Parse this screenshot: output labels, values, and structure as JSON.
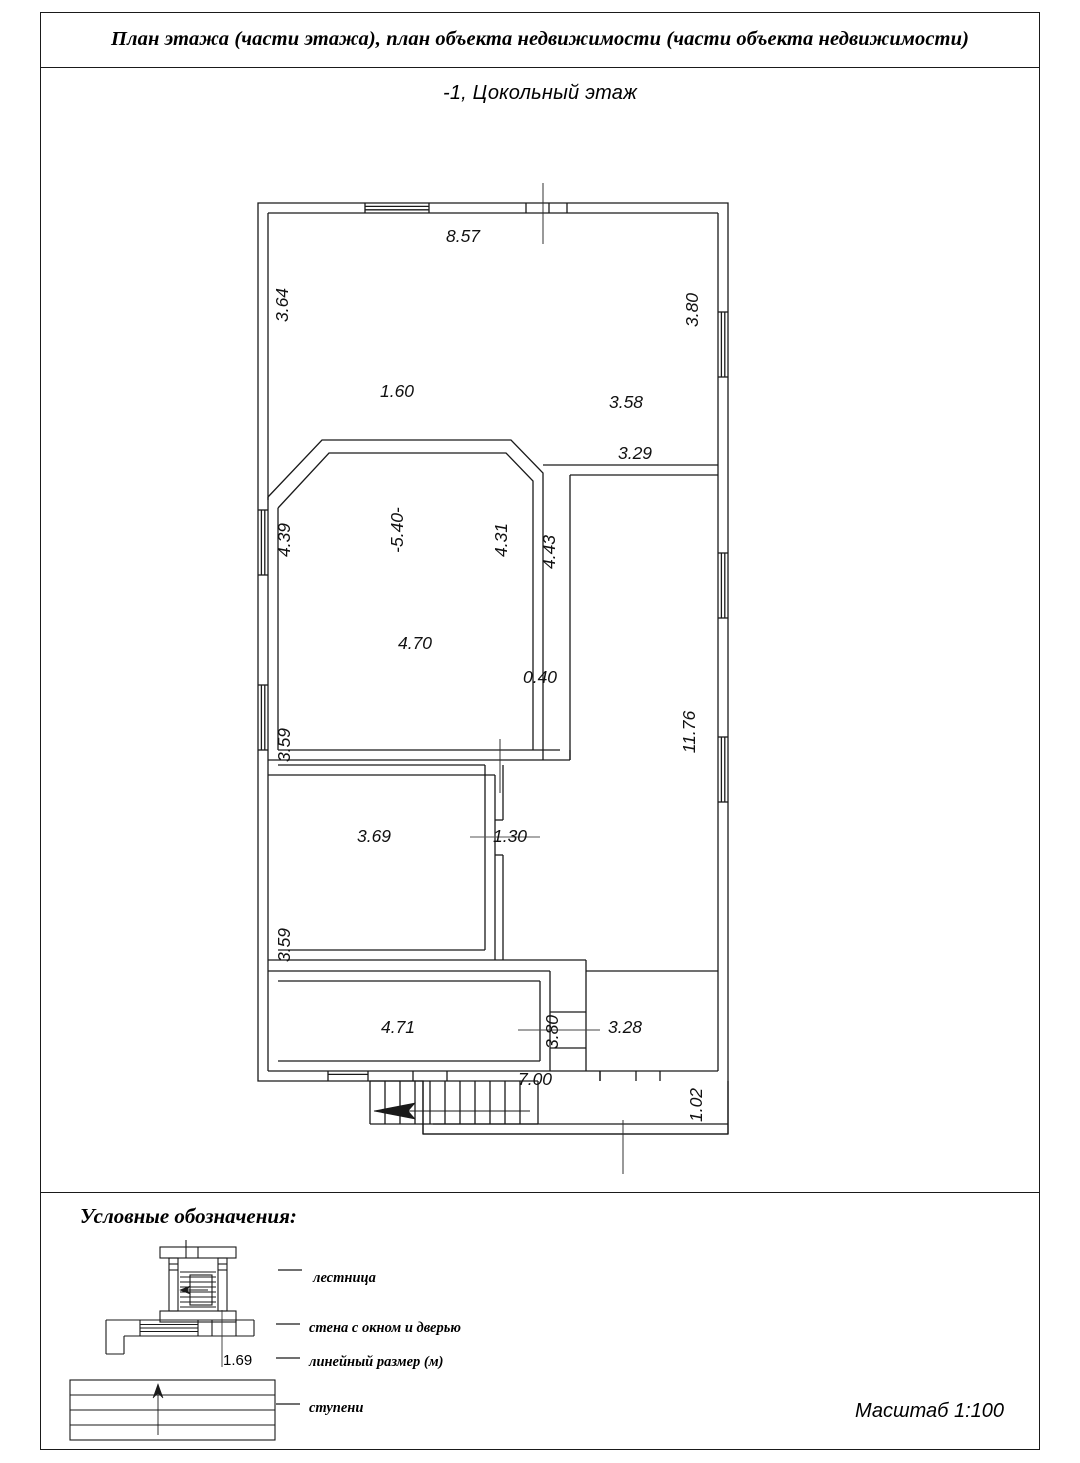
{
  "header": {
    "title": "План этажа (части этажа), план объекта недвижимости (части объекта недвижимости)",
    "floor_label": "-1, Цокольный этаж"
  },
  "plan": {
    "dimensions": {
      "top_outer": "8.57",
      "left_upper": "3.64",
      "right_upper": "3.80",
      "chamfer_top": "1.60",
      "mid_right_upper": "3.58",
      "room_right_top": "3.29",
      "left_mid": "4.39",
      "center_room_area": "-5.40-",
      "center_room_right": "4.31",
      "right_room_left": "4.43",
      "center_room_bottom": "4.70",
      "gap_small": "0.40",
      "left_lower_mid": "3.59",
      "room_lower_left_top": "3.69",
      "corridor_width": "1.30",
      "right_outer_long": "11.76",
      "left_lower": "3.59",
      "room_lower_bottom": "4.71",
      "room_lower_right_height": "3.80",
      "room_bottom_right": "3.28",
      "bottom_outer": "7.00",
      "bottom_right_small": "1.02"
    }
  },
  "legend": {
    "heading": "Условные обозначения:",
    "items": [
      {
        "label": "лестница",
        "symbol": "stairs-symbol"
      },
      {
        "label": "стена с окном и дверью",
        "symbol": "wall-window-door-symbol"
      },
      {
        "label": "линейный размер (м)",
        "symbol": "linear-dimension-symbol",
        "value": "1.69"
      },
      {
        "label": "ступени",
        "symbol": "steps-symbol"
      }
    ]
  },
  "footer": {
    "scale": "Масштаб 1:100"
  },
  "colors": {
    "line": "#1a1a1a",
    "background": "#ffffff"
  }
}
